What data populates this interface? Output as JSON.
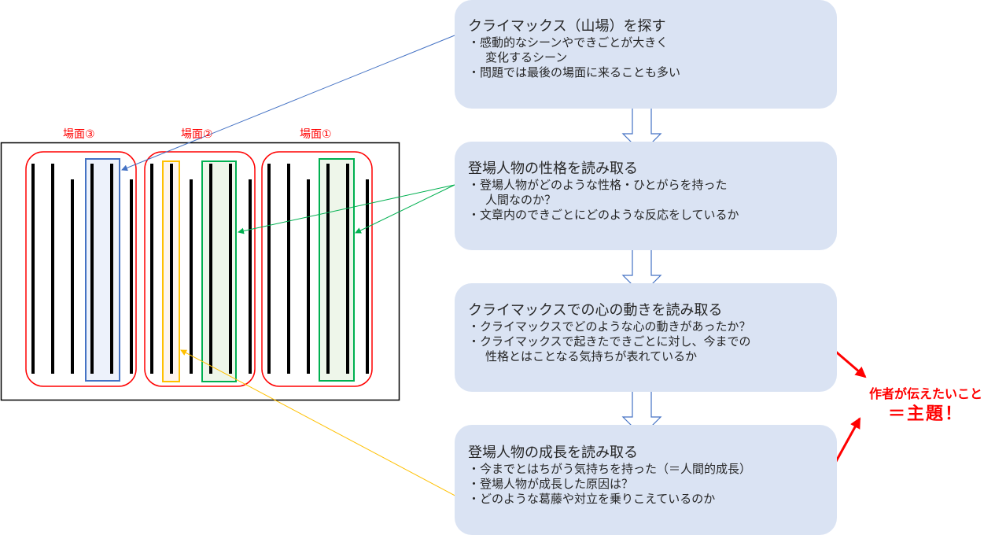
{
  "figure": {
    "scenes": [
      {
        "label": "場面③",
        "highlight": "blue"
      },
      {
        "label": "場面②",
        "highlight": "yellow-green"
      },
      {
        "label": "場面①",
        "highlight": "green"
      }
    ],
    "colors": {
      "scene_border": "#ff0000",
      "climax_highlight": "#4472c4",
      "character_highlight": "#00b050",
      "growth_highlight": "#ffc000",
      "text_lines": "#000000",
      "frame": "#000000"
    }
  },
  "flow": {
    "box_color": "#dae3f3",
    "steps": [
      {
        "title": "クライマックス（山場）を探す",
        "items": [
          "・感動的なシーンやできごとが大きく",
          "変化するシーン",
          "・問題では最後の場面に来ることも多い"
        ],
        "continuation": [
          false,
          true,
          false
        ]
      },
      {
        "title": "登場人物の性格を読み取る",
        "items": [
          "・登場人物がどのような性格・ひとがらを持った",
          "人間なのか？",
          "・文章内のできごとにどのような反応をしているか"
        ],
        "continuation": [
          false,
          true,
          false
        ]
      },
      {
        "title": "クライマックスでの心の動きを読み取る",
        "items": [
          "・クライマックスでどのような心の動きがあったか？",
          "・クライマックスで起きたできごとに対し、今までの",
          "性格とはことなる気持ちが表れているか"
        ],
        "continuation": [
          false,
          false,
          true
        ]
      },
      {
        "title": "登場人物の成長を読み取る",
        "items": [
          "・今までとはちがう気持ちを持った（＝人間的成長）",
          "・登場人物が成長した原因は？",
          "・どのような葛藤や対立を乗りこえているのか"
        ],
        "continuation": [
          false,
          false,
          false
        ]
      }
    ]
  },
  "theme": {
    "line1": "作者が伝えたいこと",
    "line2": "＝主題！",
    "color": "#ff0000"
  }
}
